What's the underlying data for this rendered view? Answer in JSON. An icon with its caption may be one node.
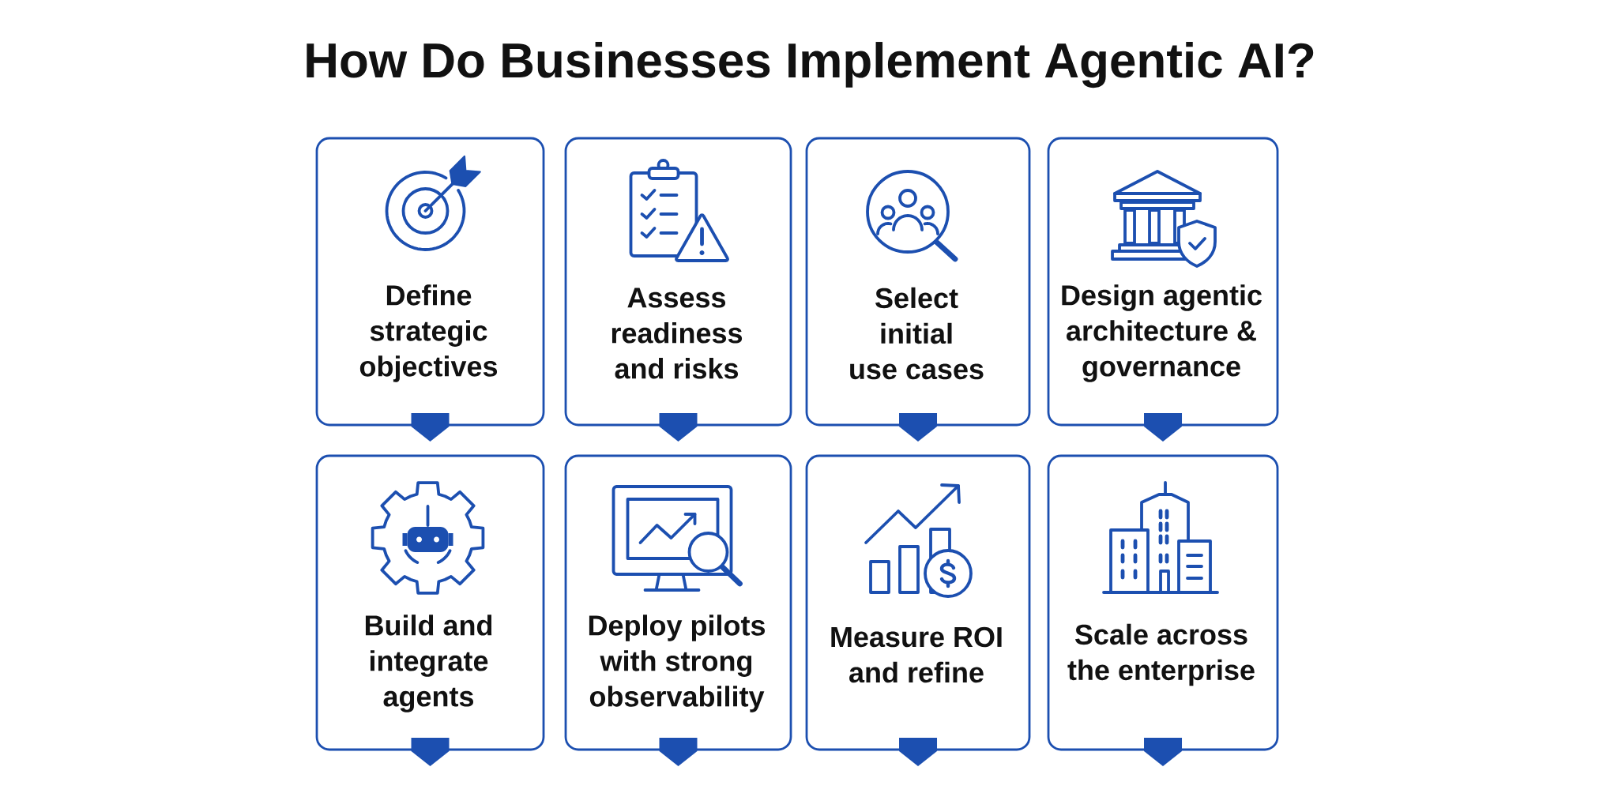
{
  "diagram": {
    "title": "How Do Businesses Implement Agentic AI?",
    "nodes": [
      {
        "text": [
          "Define strategic objectives"
        ]
      },
      {
        "text": [
          "Assess readiness and risks"
        ]
      },
      {
        "text": [
          "Select initial use cases"
        ]
      },
      {
        "text": [
          "Design agentic architecture & governance"
        ]
      },
      {
        "text": [
          "Build and integrate agents"
        ]
      },
      {
        "text": [
          "Deploy pilots with strong observability"
        ]
      },
      {
        "text": [
          "Measure ROI and refine"
        ]
      },
      {
        "text": [
          "Scale across the enterprise"
        ]
      }
    ]
  }
}
